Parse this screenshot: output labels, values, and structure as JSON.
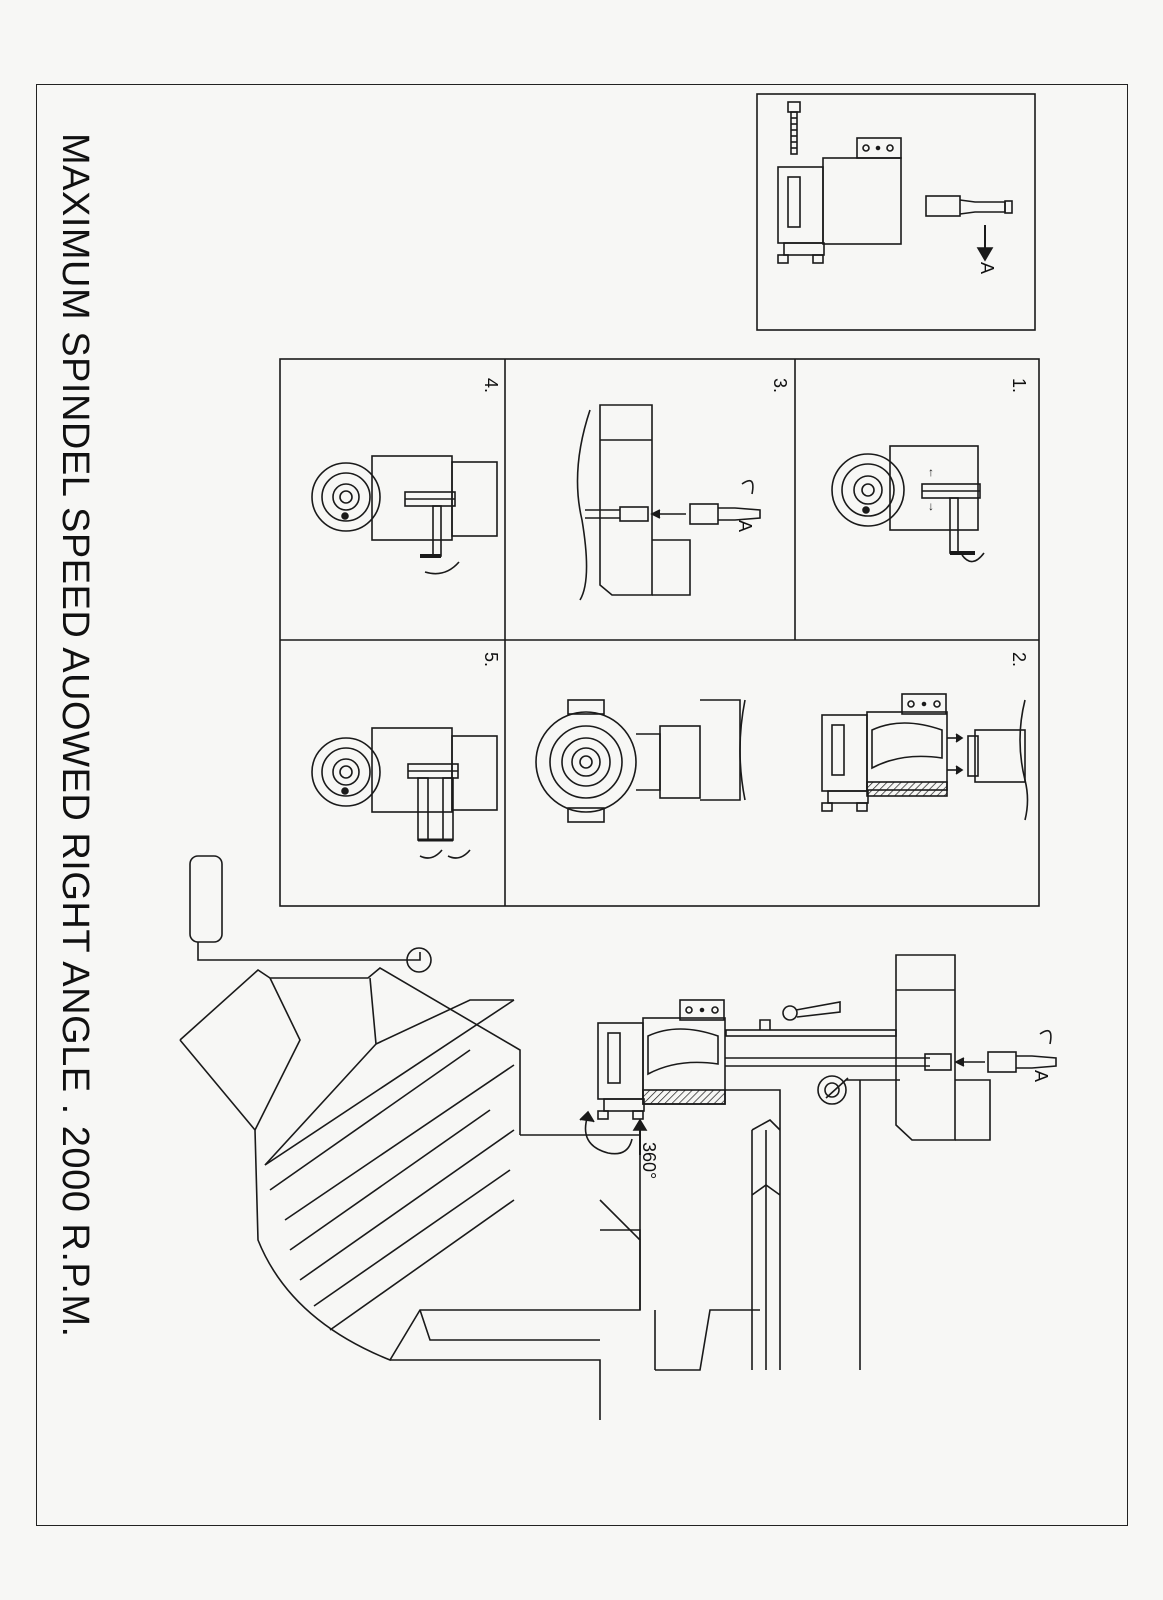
{
  "title": "MAXIMUM SPINDEL SPEED AUOWED RIGHT ANGLE . 2000 R.P.M.",
  "steps": [
    {
      "label": "1."
    },
    {
      "label": "2."
    },
    {
      "label": "3."
    },
    {
      "label": "4."
    },
    {
      "label": "5."
    }
  ],
  "callouts": {
    "a_inset": "A",
    "a_step3": "A",
    "a_main": "A",
    "rotation": "360°"
  }
}
